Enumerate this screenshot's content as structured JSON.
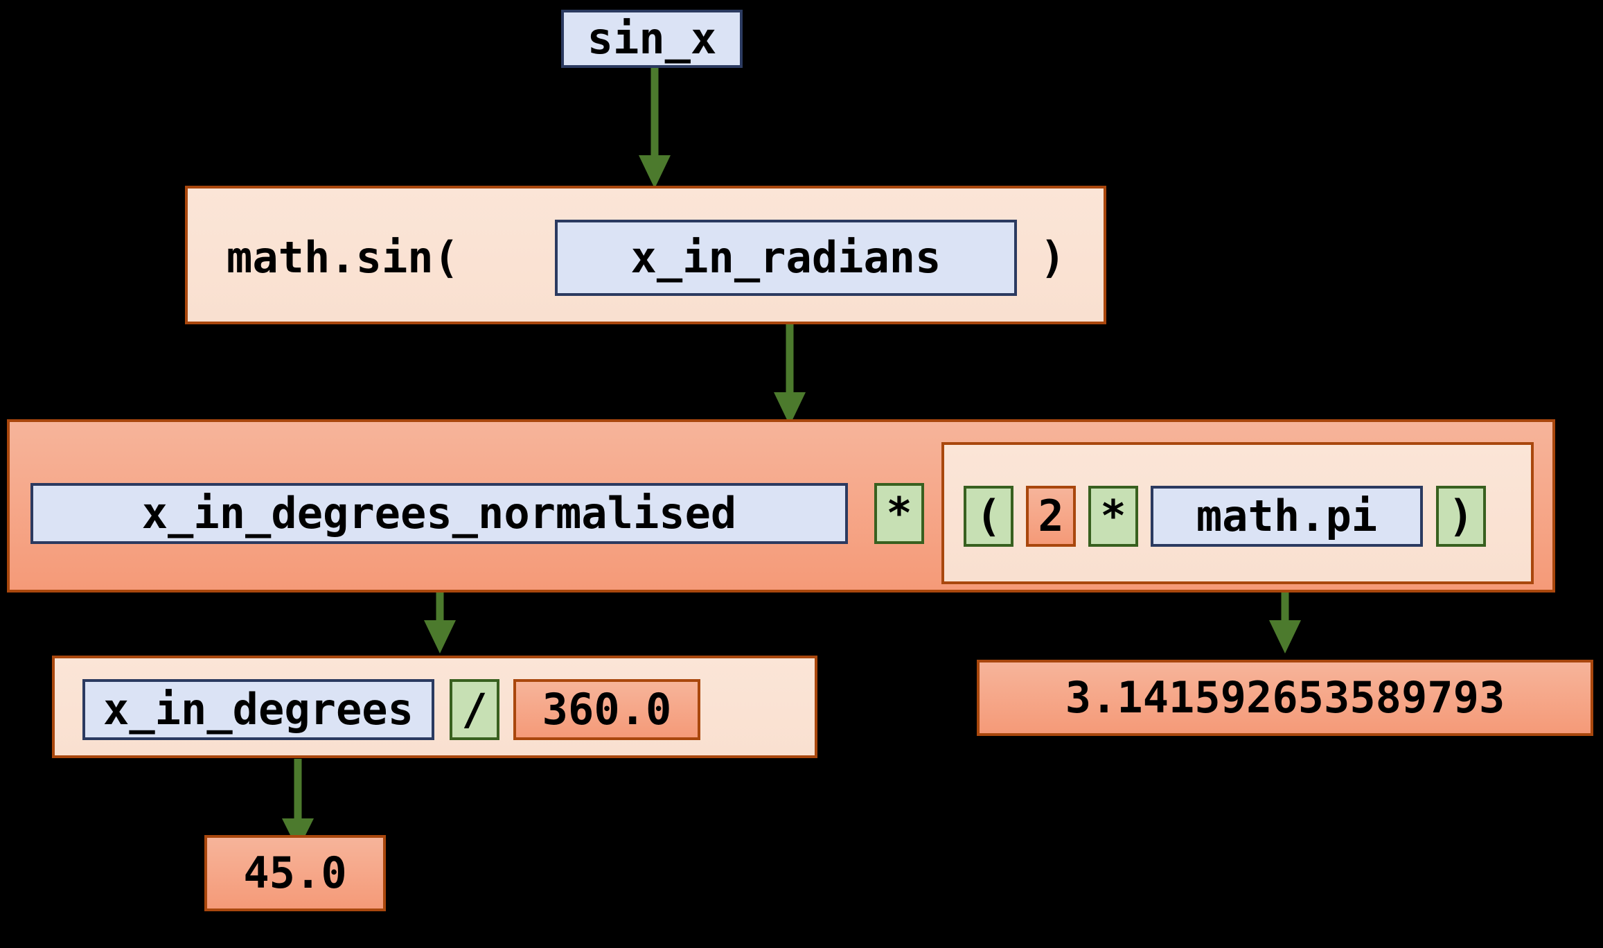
{
  "diagram": {
    "title": "sin_x expression tree",
    "background_color": "#000000",
    "palette": {
      "variable_fill": "#dbe3f5",
      "variable_border": "#2b3a60",
      "expression_fill": "#fbe5d7",
      "expression_border": "#a9470d",
      "expression_strong_fill": "#f59a78",
      "literal_fill": "#f59a78",
      "operator_fill": "#c7e0b4",
      "operator_border": "#38601f",
      "arrow_color": "#4c7a2d"
    }
  },
  "nodes": {
    "root_variable": "sin_x",
    "sin_call": {
      "prefix": "math.sin(",
      "argument": "x_in_radians",
      "suffix": ")"
    },
    "radians_expression": {
      "left_variable": "x_in_degrees_normalised",
      "operator": "*",
      "group": {
        "open_paren": "(",
        "left_literal": "2",
        "operator": "*",
        "right_variable": "math.pi",
        "close_paren": ")"
      }
    },
    "normalised_expression": {
      "left_variable": "x_in_degrees",
      "operator": "/",
      "right_literal": "360.0"
    },
    "degrees_value": "45.0",
    "pi_value": "3.141592653589793"
  },
  "edges": [
    {
      "from": "sin_x",
      "to": "math.sin( x_in_radians )"
    },
    {
      "from": "x_in_radians",
      "to": "x_in_degrees_normalised * ( 2 * math.pi )"
    },
    {
      "from": "x_in_degrees_normalised",
      "to": "x_in_degrees / 360.0"
    },
    {
      "from": "math.pi",
      "to": "3.141592653589793"
    },
    {
      "from": "x_in_degrees",
      "to": "45.0"
    }
  ]
}
